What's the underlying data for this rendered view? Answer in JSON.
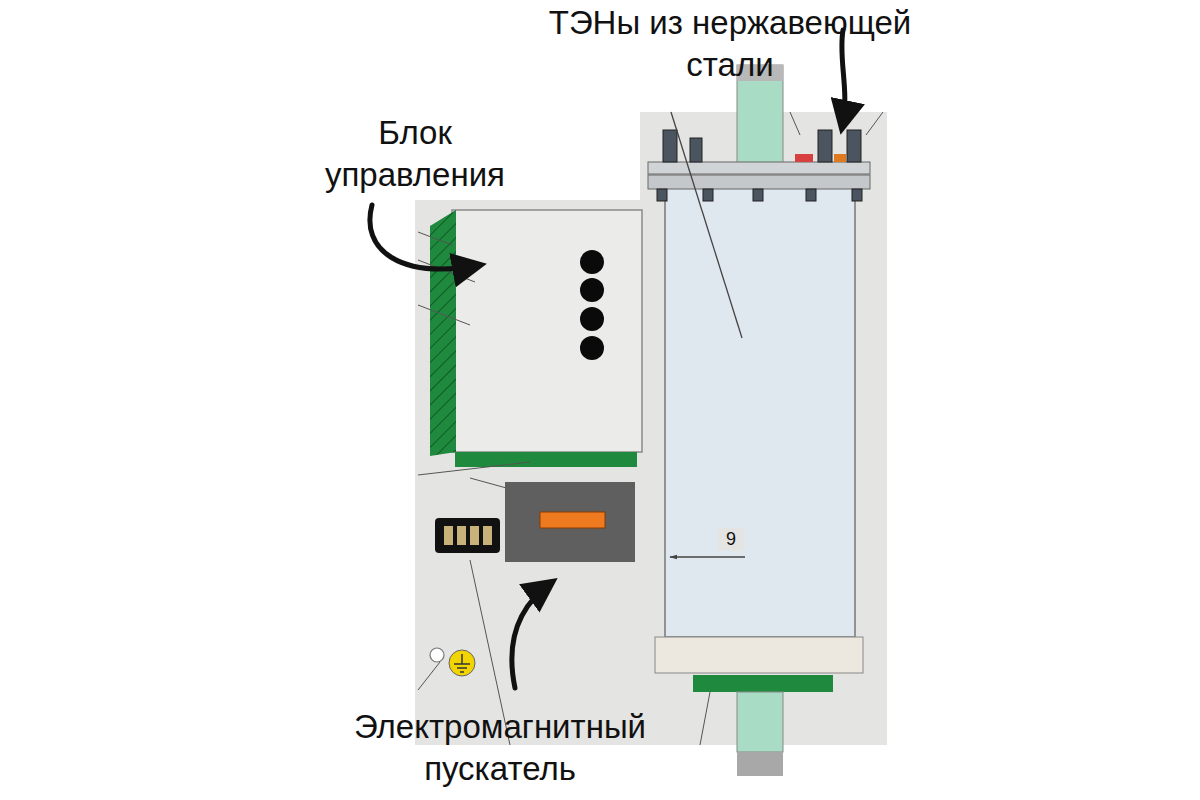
{
  "diagram": {
    "labels": [
      "ТЭНы из нержавеющей стали",
      "Блок управления",
      "9",
      "Электромагнитный пускатель"
    ]
  }
}
